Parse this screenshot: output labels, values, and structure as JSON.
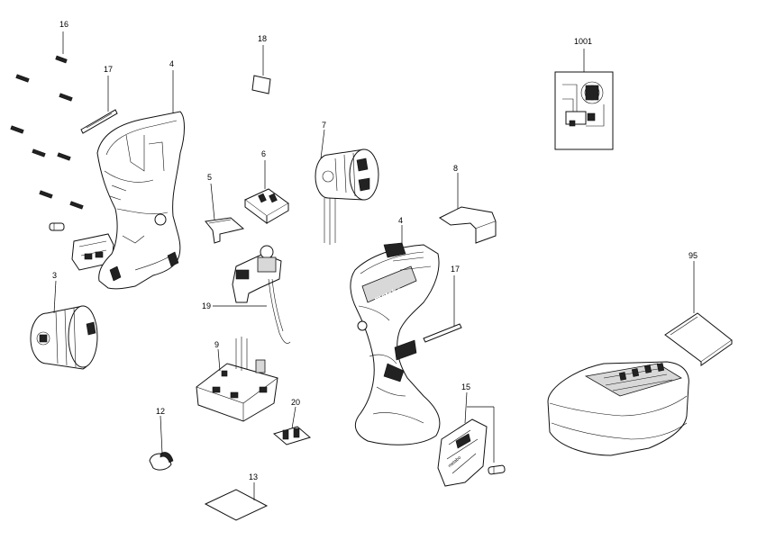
{
  "callouts": {
    "c16": "16",
    "c18": "18",
    "c1001": "1001",
    "c17a": "17",
    "c4a": "4",
    "c7": "7",
    "c6": "6",
    "c5": "5",
    "c8": "8",
    "c3": "3",
    "c19": "19",
    "c4b": "4",
    "c17b": "17",
    "c95": "95",
    "c9": "9",
    "c12": "12",
    "c20": "20",
    "c15": "15",
    "c13": "13"
  },
  "logos": {
    "housing_brand": "metabo",
    "panel_brand": "metabo"
  },
  "colors": {
    "line": "#000000",
    "background": "#ffffff",
    "fill_grey": "#d8d8d8"
  }
}
